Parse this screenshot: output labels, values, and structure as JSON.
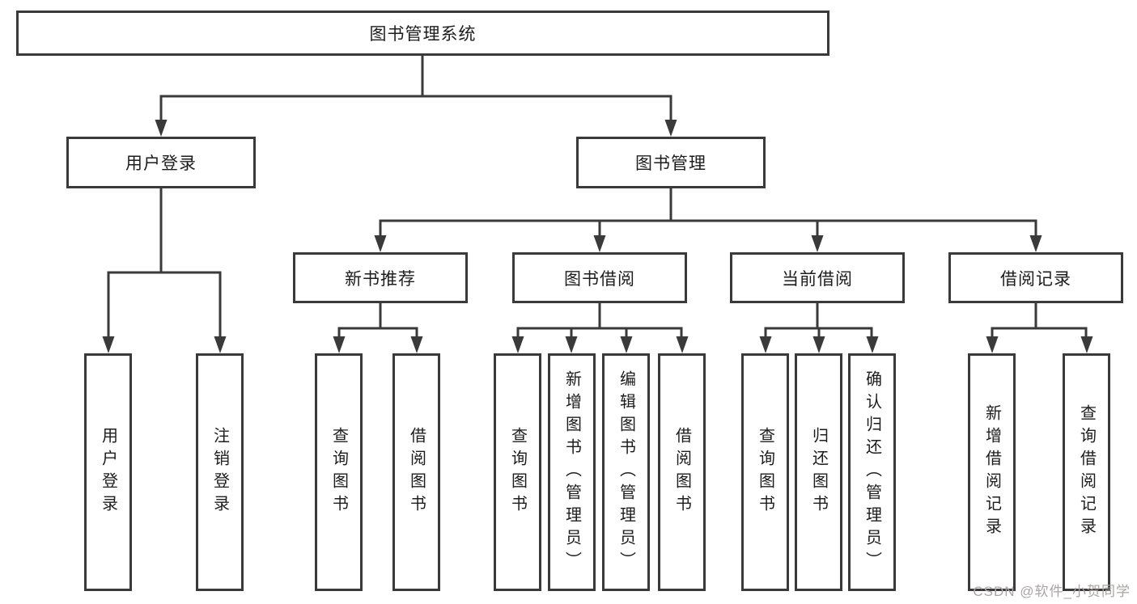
{
  "tree": {
    "root": {
      "label": "图书管理系统"
    },
    "login_branch": {
      "label": "用户登录",
      "leaves": [
        "用户登录",
        "注销登录"
      ]
    },
    "mgmt_branch": {
      "label": "图书管理",
      "groups": [
        {
          "label": "新书推荐",
          "leaves": [
            "查询图书",
            "借阅图书"
          ]
        },
        {
          "label": "图书借阅",
          "leaves": [
            "查询图书",
            "新增图书（管理员）",
            "编辑图书（管理员）",
            "借阅图书"
          ]
        },
        {
          "label": "当前借阅",
          "leaves": [
            "查询图书",
            "归还图书",
            "确认归还（管理员）"
          ]
        },
        {
          "label": "借阅记录",
          "leaves": [
            "新增借阅记录",
            "查询借阅记录"
          ]
        }
      ]
    }
  },
  "watermark": "CSDN @软件_小贺同学",
  "colors": {
    "line": "#3a3a3a",
    "box_border": "#3a3a3a",
    "box_fill": "#ffffff",
    "text": "#1d1d1d",
    "watermark": "#aba4a4",
    "background": "#ffffff"
  }
}
